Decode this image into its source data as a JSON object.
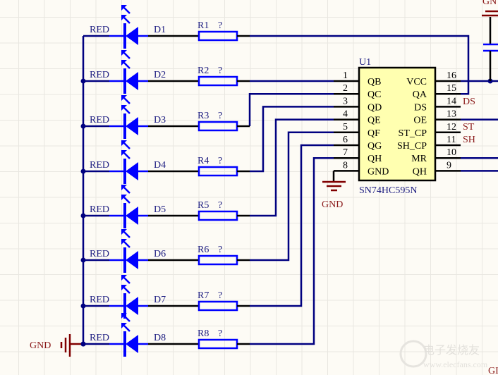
{
  "schematic": {
    "colors": {
      "wire": "#000080",
      "component": "#0000ff",
      "chip_fill": "#ffffb0",
      "power": "#800000",
      "text": "#1c1c80",
      "net_label": "#8b1a1a"
    },
    "leds": [
      {
        "designator": "D1",
        "value": "RED"
      },
      {
        "designator": "D2",
        "value": "RED"
      },
      {
        "designator": "D3",
        "value": "RED"
      },
      {
        "designator": "D4",
        "value": "RED"
      },
      {
        "designator": "D5",
        "value": "RED"
      },
      {
        "designator": "D6",
        "value": "RED"
      },
      {
        "designator": "D7",
        "value": "RED"
      },
      {
        "designator": "D8",
        "value": "RED"
      }
    ],
    "resistors": [
      {
        "designator": "R1",
        "value": "?"
      },
      {
        "designator": "R2",
        "value": "?"
      },
      {
        "designator": "R3",
        "value": "?"
      },
      {
        "designator": "R4",
        "value": "?"
      },
      {
        "designator": "R5",
        "value": "?"
      },
      {
        "designator": "R6",
        "value": "?"
      },
      {
        "designator": "R7",
        "value": "?"
      },
      {
        "designator": "R8",
        "value": "?"
      }
    ],
    "chip": {
      "designator": "U1",
      "part": "SN74HC595N",
      "left_pins": [
        {
          "num": "1",
          "name": "QB"
        },
        {
          "num": "2",
          "name": "QC"
        },
        {
          "num": "3",
          "name": "QD"
        },
        {
          "num": "4",
          "name": "QE"
        },
        {
          "num": "5",
          "name": "QF"
        },
        {
          "num": "6",
          "name": "QG"
        },
        {
          "num": "7",
          "name": "QH"
        },
        {
          "num": "8",
          "name": "GND"
        }
      ],
      "right_pins": [
        {
          "num": "16",
          "name": "VCC"
        },
        {
          "num": "15",
          "name": "QA"
        },
        {
          "num": "14",
          "name": "DS"
        },
        {
          "num": "13",
          "name": "OE"
        },
        {
          "num": "12",
          "name": "ST_CP"
        },
        {
          "num": "11",
          "name": "SH_CP"
        },
        {
          "num": "10",
          "name": "MR"
        },
        {
          "num": "9",
          "name": "QH"
        }
      ]
    },
    "net_labels": {
      "pin14": "DS",
      "pin12": "ST",
      "pin11": "SH"
    },
    "gnd_labels": {
      "chip_gnd": "GND",
      "led_common_gnd": "GND",
      "top_right_partial": "GN",
      "bottom_right_partial": "GI"
    },
    "watermark": {
      "text_cn": "电子发烧友",
      "text_url": "www.elecfans.com"
    }
  }
}
